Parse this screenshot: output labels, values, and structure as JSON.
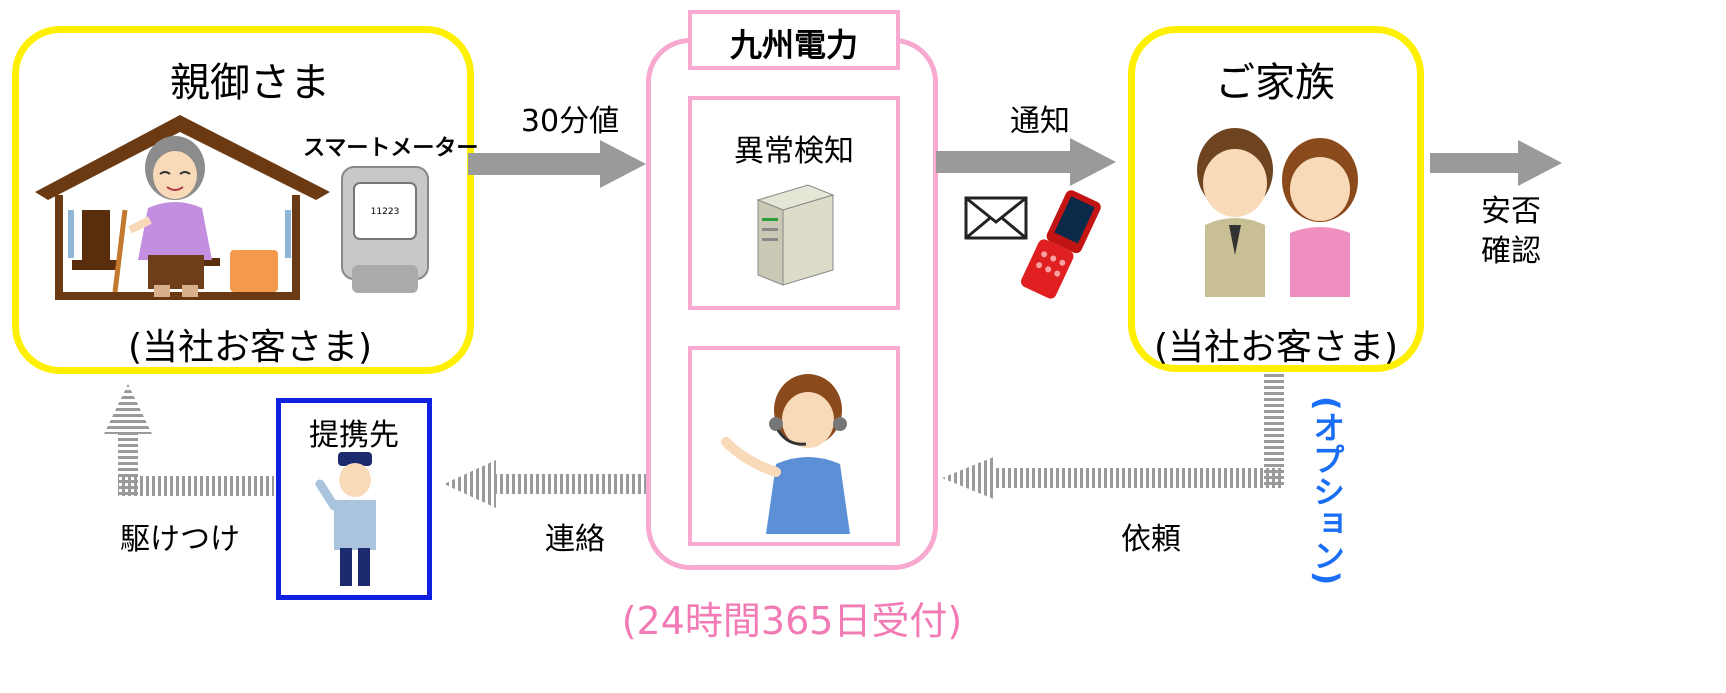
{
  "parent": {
    "title": "親御さま",
    "meter_label": "スマートメーター",
    "meter_id": "11223",
    "subtitle": "(当社お客さま)"
  },
  "kyushu": {
    "title": "九州電力",
    "detection": "異常検知",
    "hours": "(24時間365日受付)"
  },
  "family": {
    "title": "ご家族",
    "subtitle": "(当社お客さま)"
  },
  "partner": {
    "title": "提携先"
  },
  "arrows": {
    "value_30min": "30分値",
    "notify": "通知",
    "safety_check": "安否\n確認",
    "rush": "駆けつけ",
    "contact": "連絡",
    "request": "依頼",
    "option": "(オプション)"
  },
  "colors": {
    "yellow": "#ffef00",
    "pink": "#f7a9cf",
    "blue": "#1020e0",
    "gray_arrow": "#9a9a9a",
    "option_text": "#1a6ef5",
    "hours_text": "#f27ab5"
  }
}
